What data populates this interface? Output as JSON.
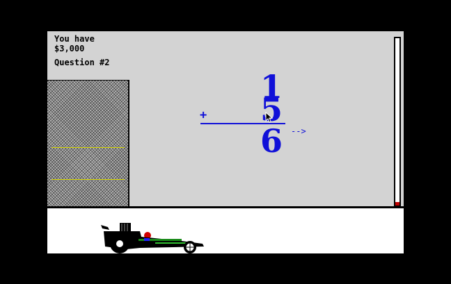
{
  "status": {
    "money_line1": "You have",
    "money_line2": "$3,000",
    "question": "Question #2"
  },
  "problem": {
    "operator": "+",
    "top_digit": "1",
    "second_digit": "5",
    "answer_digit": "6",
    "next_arrow": "-->"
  },
  "gauge": {
    "fill_fraction": 0.02,
    "color": "#c00000"
  },
  "colors": {
    "digits": "#1010d8",
    "background": "#d3d3d3",
    "track": "#ffffff"
  },
  "icons": {
    "cursor": "arrow-cursor-icon",
    "car": "dragster-car-icon"
  }
}
